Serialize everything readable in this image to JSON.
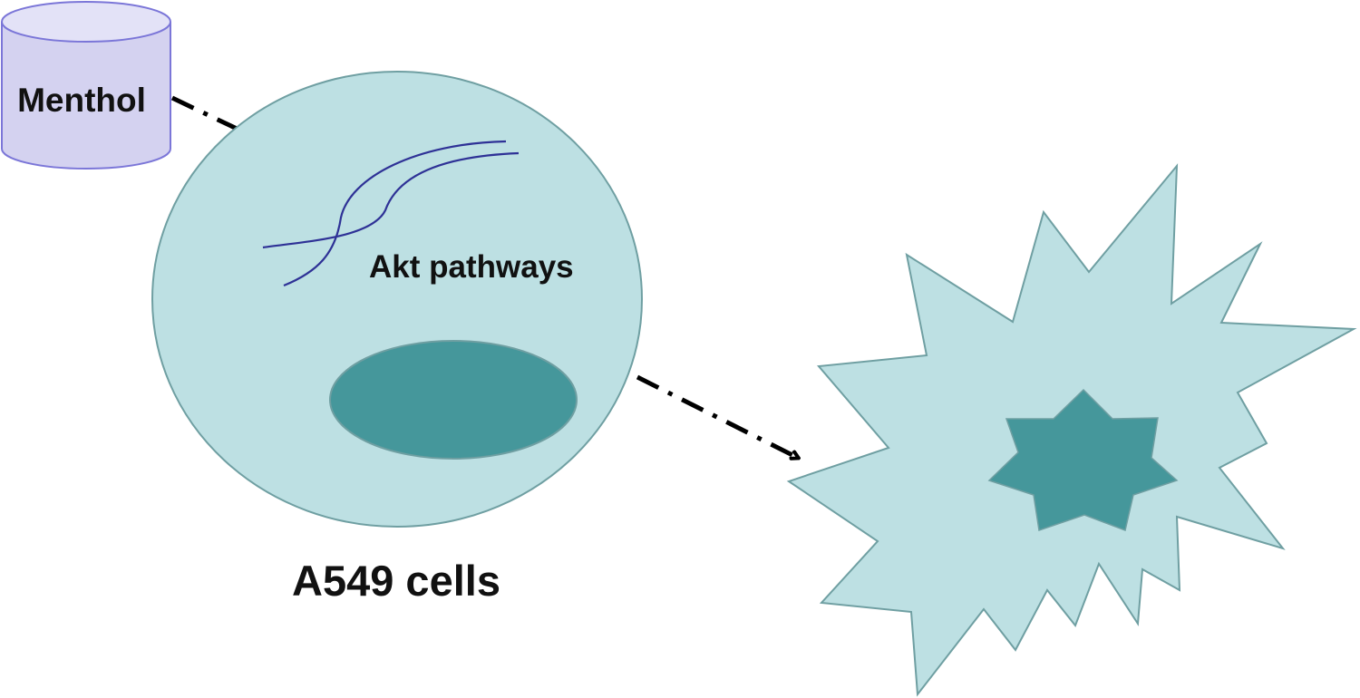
{
  "labels": {
    "drug": "Menthol",
    "pathway": "Akt pathways",
    "cell_line": "A549 cells"
  },
  "colors": {
    "cell_fill": "#bde0e3",
    "cell_stroke": "#6f9fa2",
    "nucleus_fill": "#45979b",
    "cylinder_fill": "#d4d2f0",
    "cylinder_stroke": "#7b76d8",
    "pathway_line": "#2e3196",
    "arrow": "#000000"
  }
}
